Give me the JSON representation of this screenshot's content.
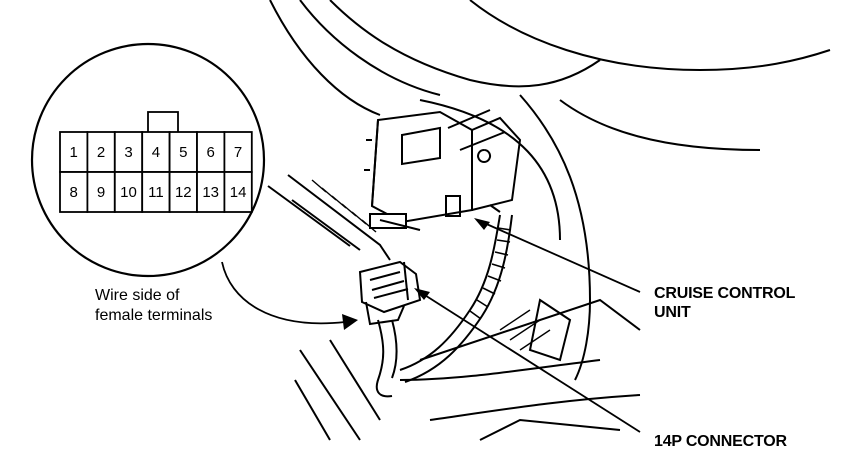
{
  "connector_pinout": {
    "top_row": [
      "1",
      "2",
      "3",
      "4",
      "5",
      "6",
      "7"
    ],
    "bottom_row": [
      "8",
      "9",
      "10",
      "11",
      "12",
      "13",
      "14"
    ]
  },
  "labels": {
    "wire_side_line1": "Wire side of",
    "wire_side_line2": "female terminals",
    "cruise_unit_line1": "CRUISE CONTROL",
    "cruise_unit_line2": "UNIT",
    "connector": "14P CONNECTOR"
  }
}
